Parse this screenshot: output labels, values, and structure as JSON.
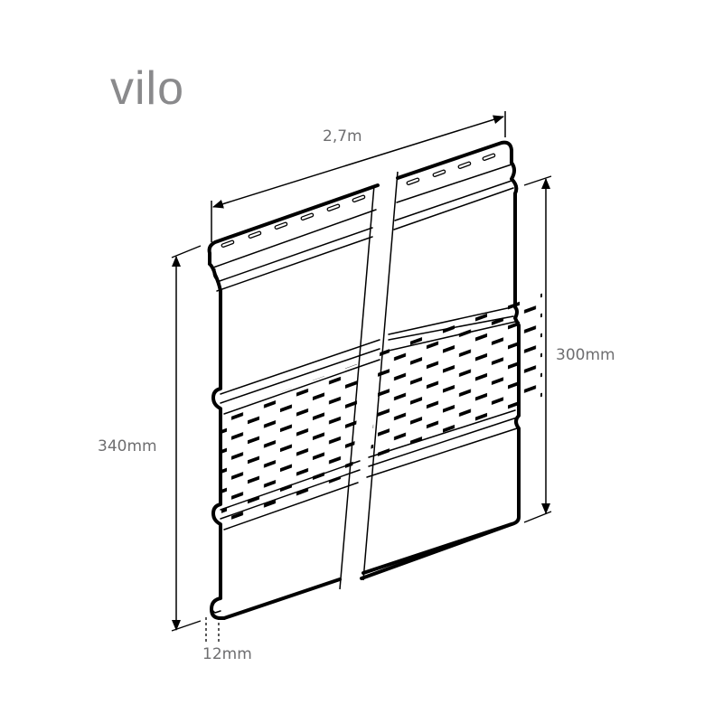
{
  "brand": {
    "logo_text": "vilo",
    "logo_color": "#8a8a8c"
  },
  "diagram": {
    "subject": "Vented soffit panel (3-section, center section perforated)",
    "dimensions": {
      "length": "2,7m",
      "total_height": "340mm",
      "effective_height": "300mm",
      "thickness": "12mm"
    },
    "sections": [
      "solid",
      "perforated",
      "solid"
    ],
    "label_color": "#6e6e70",
    "line_color": "#000000"
  }
}
